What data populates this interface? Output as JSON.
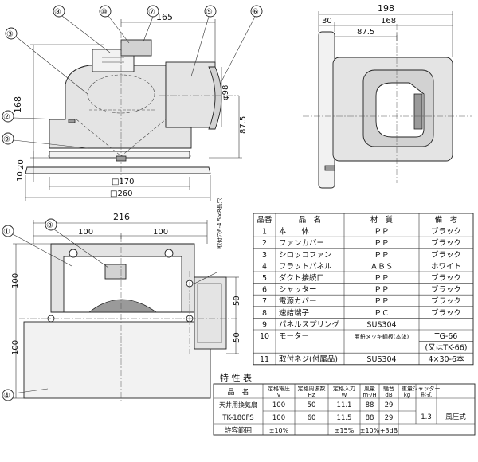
{
  "drawing": {
    "front_view": {
      "callouts": [
        "⑧",
        "⑩",
        "⑦",
        "⑤",
        "⑥",
        "③",
        "②",
        "⑨"
      ],
      "dimensions": {
        "top_165": "165",
        "left_168": "168",
        "left_20": "20",
        "left_10": "10",
        "right_87_5": "87.5",
        "phi_98": "φ98",
        "bottom_170": "□170",
        "bottom_260": "□260"
      }
    },
    "side_view": {
      "dimensions": {
        "d198": "198",
        "d30": "30",
        "d168": "168",
        "d87_5": "87.5"
      }
    },
    "plan_view": {
      "callouts": [
        "①",
        "⑧",
        "④"
      ],
      "dimensions": {
        "d216": "216",
        "d100_left": "100",
        "d100_right": "100",
        "d100_v_upper": "100",
        "d100_v_lower": "100",
        "d50_upper": "50",
        "d50_lower": "50"
      },
      "note": "取付穴6-4.5×8長穴"
    }
  },
  "parts_table": {
    "headers": [
      "品番",
      "品　名",
      "材　質",
      "備　考"
    ],
    "rows": [
      [
        "1",
        "本　　体",
        "ＰＰ",
        "ブラック"
      ],
      [
        "2",
        "ファンカバー",
        "ＰＰ",
        "ブラック"
      ],
      [
        "3",
        "シロッコファン",
        "ＰＰ",
        "ブラック"
      ],
      [
        "4",
        "フラットパネル",
        "ＡＢＳ",
        "ホワイト"
      ],
      [
        "5",
        "ダクト接続口",
        "ＰＰ",
        "ブラック"
      ],
      [
        "6",
        "シャッター",
        "ＰＰ",
        "ブラック"
      ],
      [
        "7",
        "電源カバー",
        "ＰＰ",
        "ブラック"
      ],
      [
        "8",
        "速結端子",
        "ＰＣ",
        "ブラック"
      ],
      [
        "9",
        "パネルスプリング",
        "SUS304",
        ""
      ],
      [
        "10",
        "モーター",
        "亜鉛メッキ鋼板(本体)",
        "TG-66"
      ],
      [
        "",
        "",
        "",
        "(又はTK-66)"
      ],
      [
        "11",
        "取付ネジ(付属品)",
        "SUS304",
        "4×30-6本"
      ]
    ]
  },
  "spec_table": {
    "title": "特 性 表",
    "headers": {
      "name": "品　名",
      "voltage": "定格電圧",
      "voltage_unit": "V",
      "freq": "定格周波数",
      "freq_unit": "Hz",
      "power": "定格入力",
      "power_unit": "W",
      "airflow": "風量",
      "airflow_unit": "m³/H",
      "noise": "騒音",
      "noise_unit": "dB",
      "weight": "重量",
      "weight_unit": "kg",
      "shutter": "シャッター",
      "shutter_unit": "形式"
    },
    "model_label_1": "天井用換気扇",
    "model_label_2": "TK-180FS",
    "rows": [
      [
        "100",
        "50",
        "11.1",
        "88",
        "29"
      ],
      [
        "100",
        "60",
        "11.5",
        "88",
        "29"
      ]
    ],
    "tolerance_label": "許容範囲",
    "tolerance": [
      "±10%",
      "",
      "±15%",
      "±10%",
      "+3dB"
    ],
    "weight": "1.3",
    "shutter_type": "風圧式"
  }
}
